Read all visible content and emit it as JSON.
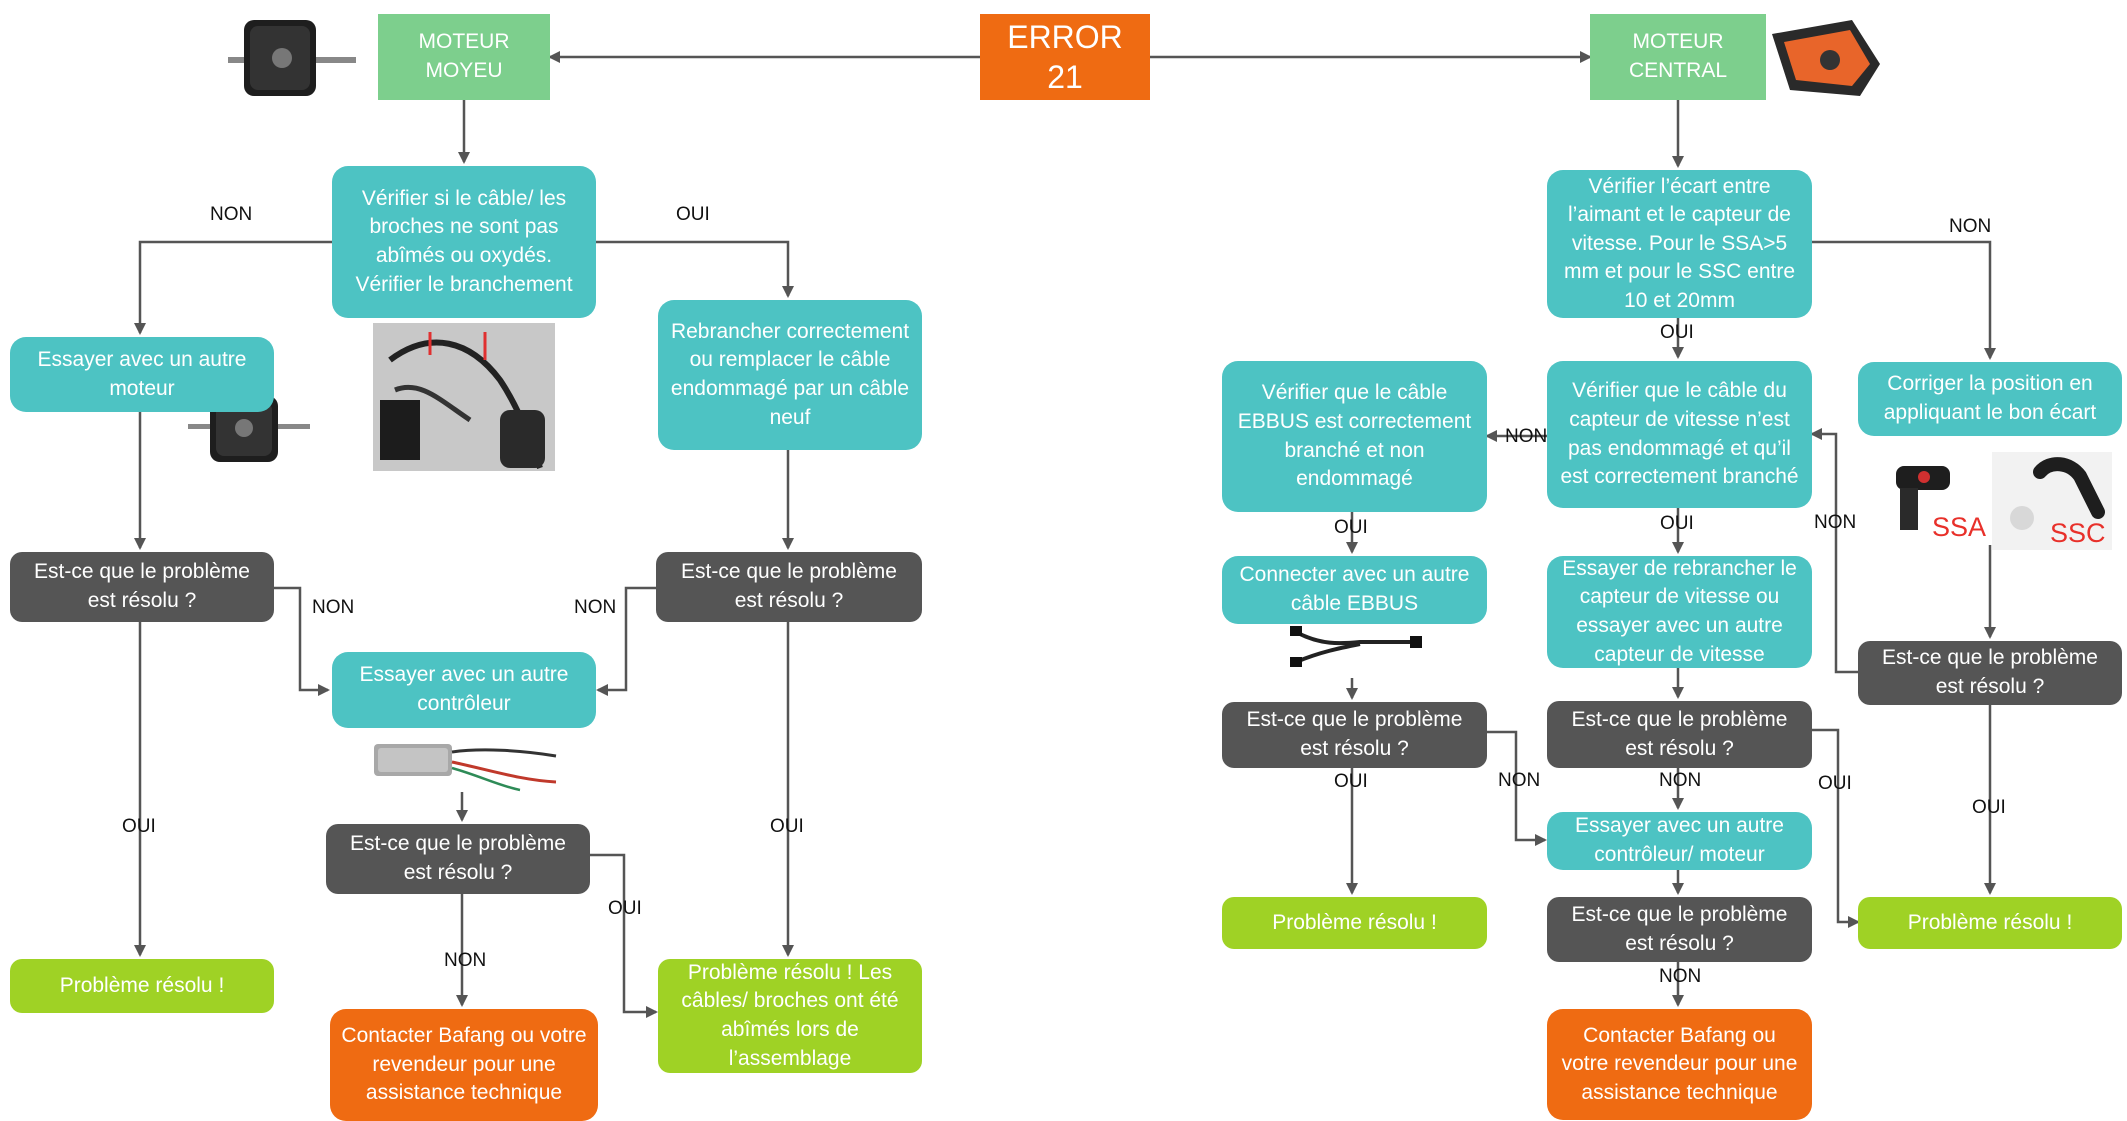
{
  "colors": {
    "header_green": "#7dcf8d",
    "error_orange": "#ef6b12",
    "step_teal": "#4dc3c3",
    "question_dark": "#555555",
    "resolved_lime": "#9fd225",
    "contact_orange": "#ef6b12",
    "connector": "#555555"
  },
  "icons": [
    "hub-motor-icon",
    "mid-drive-motor-icon",
    "cable-connector-photo",
    "controller-icon",
    "ebbus-cable-icon",
    "speed-sensor-ssa-icon",
    "speed-sensor-ssc-icon"
  ],
  "header": {
    "error_line1": "ERROR",
    "error_line2": "21",
    "hub_line1": "MOTEUR",
    "hub_line2": "MOYEU",
    "central_line1": "MOTEUR",
    "central_line2": "CENTRAL"
  },
  "left": {
    "check_cable": "Vérifier si le câble/ les broches ne sont pas abîmés ou oxydés. Vérifier le branchement",
    "try_motor": "Essayer avec un autre moteur",
    "reconnect": "Rebrancher correctement ou remplacer le câble endommagé par un câble neuf",
    "q_left": "Est-ce que le problème est résolu ?",
    "q_right": "Est-ce que le problème est résolu ?",
    "try_controller": "Essayer avec un autre contrôleur",
    "q_mid": "Est-ce que le problème est résolu ?",
    "resolved": "Problème résolu !",
    "resolved_cables": "Problème résolu ! Les câbles/ broches ont été abîmés lors de l’assemblage",
    "contact": "Contacter Bafang ou votre revendeur pour une assistance technique"
  },
  "right": {
    "check_gap": "Vérifier l’écart entre l’aimant et le capteur de vitesse. Pour le SSA>5 mm et pour le SSC entre 10 et 20mm",
    "check_sensor_cable": "Vérifier que le câble du capteur de vitesse n’est pas endommagé et qu’il est correctement branché",
    "check_ebbus": "Vérifier que le câble EBBUS est correctement branché et non endommagé",
    "connect_ebbus": "Connecter avec un autre câble EBBUS",
    "fix_position": "Corriger la position en appliquant le bon écart",
    "retry_sensor": "Essayer de rebrancher le capteur de vitesse ou essayer avec un autre capteur de vitesse",
    "q_ebbus": "Est-ce que le problème est résolu ?",
    "q_sensor": "Est-ce que le problème est résolu ?",
    "q_position": "Est-ce que le problème est résolu ?",
    "try_controller_motor": "Essayer avec un autre contrôleur/ moteur",
    "q_final": "Est-ce que le problème est résolu ?",
    "resolved_left": "Problème résolu !",
    "resolved_right": "Problème résolu !",
    "contact": "Contacter Bafang ou votre revendeur pour une assistance technique",
    "ssa_label": "SSA",
    "ssc_label": "SSC"
  },
  "edge_labels": {
    "non": "NON",
    "oui": "OUI"
  }
}
